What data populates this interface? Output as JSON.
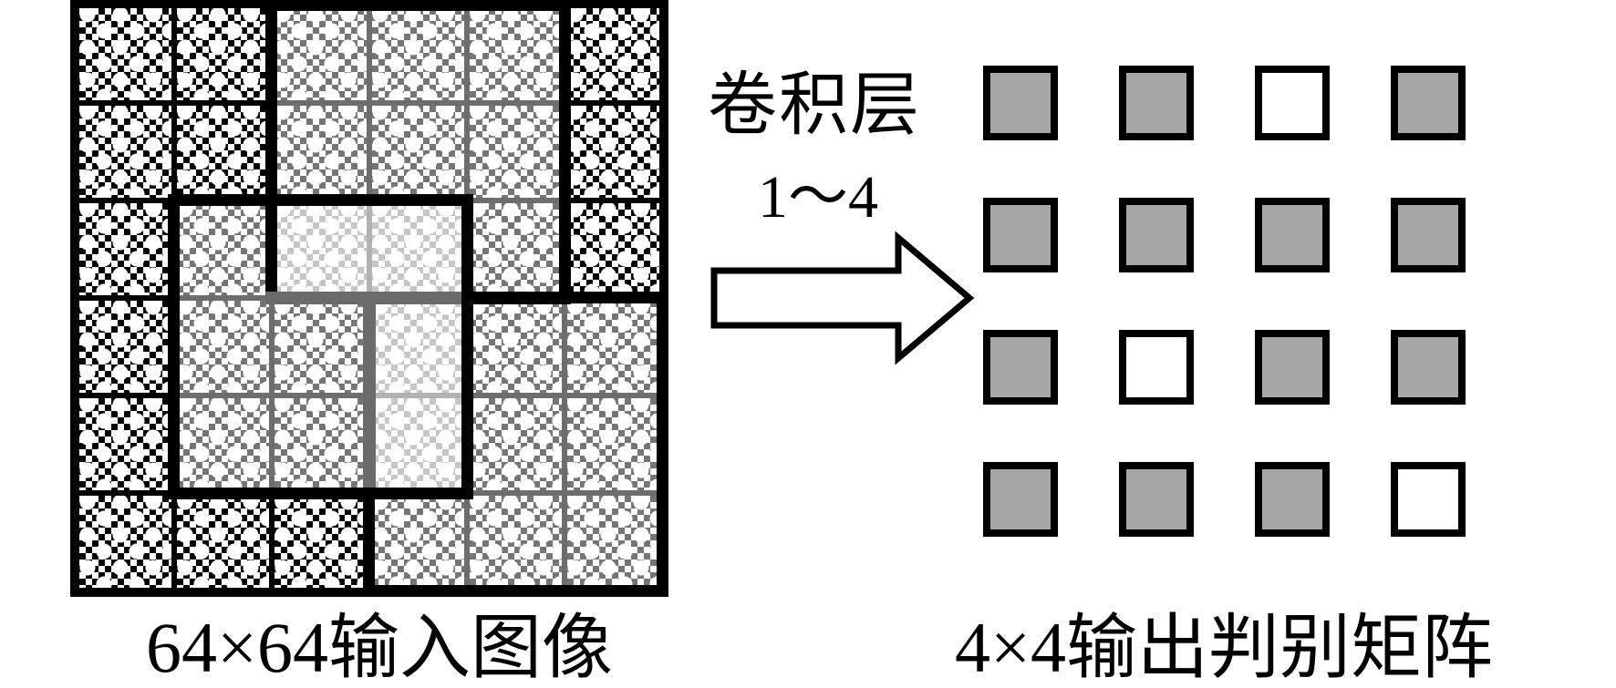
{
  "left_panel": {
    "caption": "64×64输入图像",
    "grid": {
      "rows": 6,
      "cols": 6,
      "shades": [
        [
          "dark",
          "dark",
          "medium",
          "medium",
          "medium",
          "dark"
        ],
        [
          "dark",
          "dark",
          "medium",
          "medium",
          "medium",
          "dark"
        ],
        [
          "dark",
          "medium",
          "light",
          "light",
          "medium",
          "dark"
        ],
        [
          "dark",
          "medium",
          "medium",
          "light",
          "medium",
          "medium"
        ],
        [
          "dark",
          "medium",
          "medium",
          "light",
          "medium",
          "medium"
        ],
        [
          "dark",
          "dark",
          "dark",
          "medium",
          "medium",
          "medium"
        ]
      ]
    },
    "receptive_field_boxes": [
      {
        "id": "receptive-field-top",
        "col_start": 2,
        "row_start": 0,
        "cols": 3,
        "rows": 3
      },
      {
        "id": "receptive-field-left",
        "col_start": 1,
        "row_start": 2,
        "cols": 3,
        "rows": 3
      },
      {
        "id": "receptive-field-bottom-right",
        "col_start": 3,
        "row_start": 3,
        "cols": 3,
        "rows": 3
      }
    ]
  },
  "arrow": {
    "label_line1": "卷积层",
    "label_line2": "1～4"
  },
  "right_panel": {
    "caption": "4×4输出判别矩阵",
    "matrix": {
      "rows": 4,
      "cols": 4,
      "cells": [
        [
          1,
          1,
          0,
          1
        ],
        [
          1,
          1,
          1,
          1
        ],
        [
          1,
          0,
          1,
          1
        ],
        [
          1,
          1,
          1,
          0
        ]
      ]
    },
    "colors": {
      "filled": "#a6a6a6",
      "empty": "#ffffff",
      "border": "#000000"
    }
  }
}
